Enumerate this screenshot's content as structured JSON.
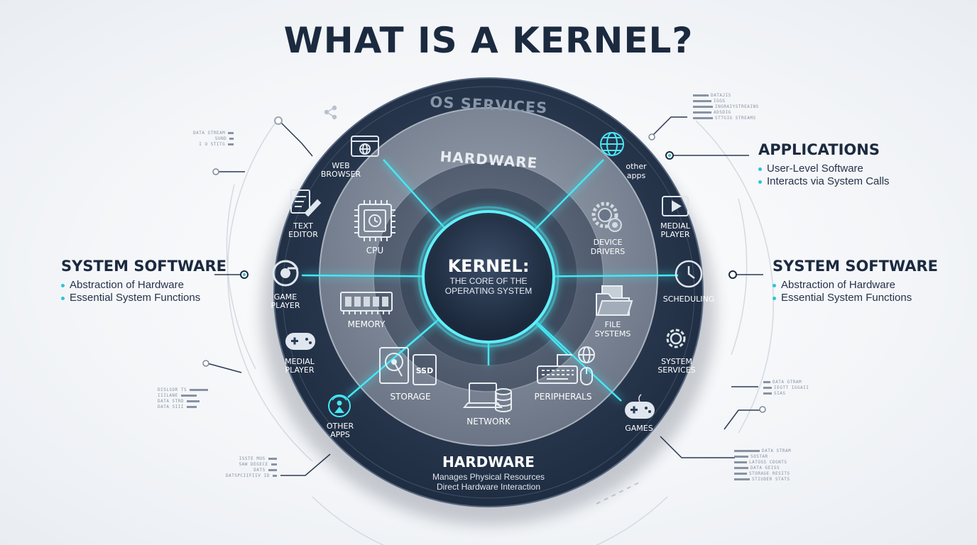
{
  "title": "WHAT IS A KERNEL?",
  "diagram": {
    "outer_ring_label": "OS SERVICES",
    "middle_ring_label": "HARDWARE",
    "core": {
      "title": "KERNEL:",
      "subtitle_line1": "THE CORE OF THE",
      "subtitle_line2": "OPERATING SYSTEM"
    },
    "outer_items": [
      {
        "id": "web-browser",
        "icon": "globe-window-icon",
        "label": [
          "WEB",
          "BROWSER"
        ]
      },
      {
        "id": "other-apps-top",
        "icon": "globe-icon",
        "label": [
          "other",
          "apps"
        ]
      },
      {
        "id": "text-editor",
        "icon": "document-pencil-icon",
        "label": [
          "TEXT",
          "EDITOR"
        ]
      },
      {
        "id": "medial-player-right",
        "icon": "play-icon",
        "label": [
          "MEDIAL",
          "PLAYER"
        ]
      },
      {
        "id": "game-player",
        "icon": "chrome-icon",
        "label": [
          "GAME",
          "PLAYER"
        ]
      },
      {
        "id": "scheduling",
        "icon": "clock-icon",
        "label": [
          "SCHEDULING"
        ]
      },
      {
        "id": "medial-player-left",
        "icon": "gamepad-icon",
        "label": [
          "MEDIAL",
          "PLAYER"
        ]
      },
      {
        "id": "system-services",
        "icon": "gear-icon",
        "label": [
          "SYSTEM",
          "SERVICES"
        ]
      },
      {
        "id": "other-apps-bottom",
        "icon": "person-signal-icon",
        "label": [
          "OTHER",
          "APPS"
        ]
      },
      {
        "id": "games",
        "icon": "gamepad-icon",
        "label": [
          "GAMES"
        ]
      }
    ],
    "inner_items": [
      {
        "id": "cpu",
        "icon": "cpu-icon",
        "label": [
          "CPU"
        ]
      },
      {
        "id": "device-drivers",
        "icon": "gears-icon",
        "label": [
          "DEVICE",
          "DRIVERS"
        ]
      },
      {
        "id": "memory",
        "icon": "ram-icon",
        "label": [
          "MEMORY"
        ]
      },
      {
        "id": "file-systems",
        "icon": "folder-icon",
        "label": [
          "FILE",
          "SYSTEMS"
        ]
      },
      {
        "id": "storage",
        "icon": "hdd-ssd-icon",
        "label": [
          "STORAGE"
        ],
        "badge": "SSD"
      },
      {
        "id": "network",
        "icon": "laptop-database-icon",
        "label": [
          "NETWORK"
        ]
      },
      {
        "id": "peripherals",
        "icon": "keyboard-mouse-icon",
        "label": [
          "PERIPHERALS"
        ]
      }
    ],
    "bottom_title": "HARDWARE",
    "bottom_lines": [
      "Manages Physical Resources",
      "Direct Hardware Interaction"
    ]
  },
  "left_block": {
    "title": "SYSTEM SOFTWARE",
    "items": [
      "Abstraction of Hardware",
      "Essential System Functions"
    ]
  },
  "right_top_block": {
    "title": "APPLICATIONS",
    "items": [
      "User-Level Software",
      "Interacts via System Calls"
    ]
  },
  "right_mid_block": {
    "title": "SYSTEM SOFTWARE",
    "items": [
      "Abstraction of Hardware",
      "Essential System Functions"
    ]
  },
  "mini_labels": {
    "top_left": [
      "DATA STREAM",
      "SUND",
      "I O STITG"
    ],
    "top_right": [
      "DATAJIS",
      "IGGS",
      "INGRAIYSTREAINS",
      "ADSDIG",
      "STTGIG STREAMS"
    ],
    "mid_left": [
      "DISLSOR TS",
      "IIILANE",
      "DATA STRD",
      "DATA SIII"
    ],
    "mid_right": [
      "DATA GTRAM",
      "IEGTT IGGAII",
      "SIAS"
    ],
    "bottom_left": [
      "ISSTE MUS",
      "SAW DEGECE",
      "DATS",
      "DATSPCIIFIIV ID"
    ],
    "bottom_right": [
      "DATA STRAM",
      "SOSTAR",
      "LATOSS CDGNTS",
      "DATA GEISS",
      "STORAGE RESITS",
      "STIUDER STATS"
    ]
  },
  "colors": {
    "navy": "#24344b",
    "ring_dark": "#2b3b52",
    "gray_ring": "#7a8597",
    "accent": "#3fe6f2",
    "text_light": "#ffffff",
    "text_dark": "#1b2a3f"
  }
}
